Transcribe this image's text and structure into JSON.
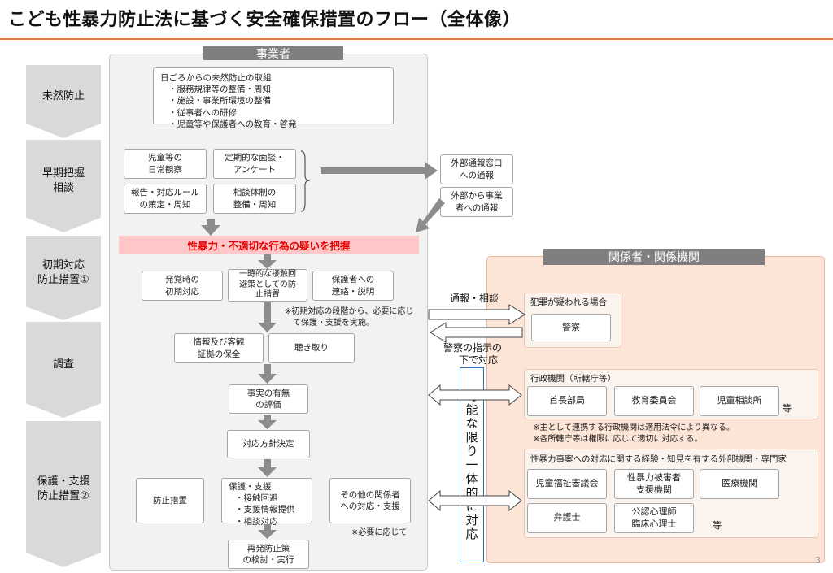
{
  "title": "こども性暴力防止法に基づく安全確保措置のフロー（全体像）",
  "stages": {
    "prevention": "未然防止",
    "early": [
      "早期把握",
      "相談"
    ],
    "initial": [
      "初期対応",
      "防止措置①"
    ],
    "investigation": "調査",
    "protection": [
      "保護・支援",
      "防止措置②"
    ]
  },
  "business": {
    "header": "事業者",
    "daily": {
      "title": "日ごろからの未然防止の取組",
      "items": [
        "・服務規律等の整備・周知",
        "・施設・事業所環境の整備",
        "・従事者への研修",
        "・児童等や保護者への教育・啓発"
      ]
    },
    "observe": [
      "児童等の",
      "日常観察"
    ],
    "interview": [
      "定期的な面談・",
      "アンケート"
    ],
    "report_rules": [
      "報告・対応ルール",
      "の策定・周知"
    ],
    "consult_system": [
      "相談体制の",
      "整備・周知"
    ],
    "suspicion": "性暴力・不適切な行為の疑いを把握",
    "initial_response": [
      "発覚時の",
      "初期対応"
    ],
    "separation": [
      "一時的な接触回",
      "避策としての防",
      "止措置"
    ],
    "guardian_contact": [
      "保護者への",
      "連絡・説明"
    ],
    "initial_note": [
      "※初期対応の段階から、必要に応じ",
      "て保護・支援を実施。"
    ],
    "evidence": [
      "情報及び客観",
      "証拠の保全"
    ],
    "hearing": "聴き取り",
    "fact_eval": [
      "事実の有無",
      "の評価"
    ],
    "policy": "対応方針決定",
    "prevention_measure": "防止措置",
    "protection_support": {
      "title": "保護・支援",
      "items": [
        "・接触回避",
        "・支援情報提供",
        "・相談対応"
      ]
    },
    "other_parties": [
      "その他の関係者",
      "への対応・支援"
    ],
    "as_needed": "※必要に応じて",
    "recurrence": [
      "再発防止策",
      "の検討・実行"
    ]
  },
  "external": {
    "report_window": [
      "外部通報窓口",
      "への通報"
    ],
    "report_to_biz": [
      "外部から事業",
      "者への通報"
    ]
  },
  "related": {
    "header": "関係者・関係機関",
    "crime": {
      "title": "犯罪が疑われる場合",
      "police": "警察"
    },
    "admin": {
      "title": "行政機関（所轄庁等）",
      "items": [
        "首長部局",
        "教育委員会",
        "児童相談所"
      ],
      "etc": "等",
      "notes": [
        "※主として連携する行政機関は適用法令により異なる。",
        "※各所轄庁等は権限に応じて適切に対応する。"
      ]
    },
    "experts": {
      "title": "性暴力事案への対応に関する経験・知見を有する外部機関・専門家",
      "row1": [
        "児童福祉審議会",
        [
          "性暴力被害者",
          "支援機関"
        ],
        "医療機関"
      ],
      "row2": [
        "弁護士",
        [
          "公認心理師",
          "臨床心理士"
        ]
      ],
      "etc": "等"
    }
  },
  "flows": {
    "report_consult": "通報・相談",
    "police_instruction": [
      "警察の指示の",
      "下で対応"
    ],
    "unified": "可能な限り一体的に対応"
  },
  "page_number": "3",
  "colors": {
    "accent_rule": "#e07a3a",
    "alert_red": "#e00000",
    "alert_band": "#ffc7c7",
    "related_panel": "#fce4d6",
    "vertical_border": "#2e75b6"
  }
}
